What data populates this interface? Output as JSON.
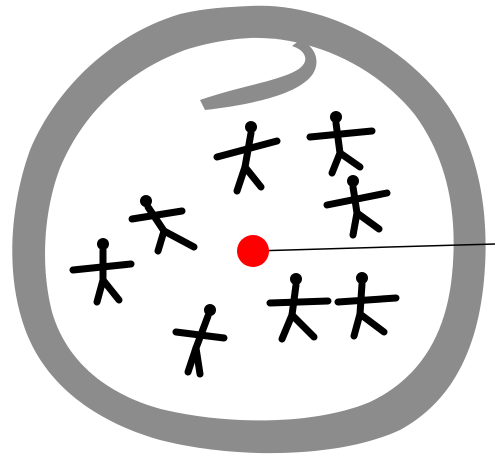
{
  "colors": {
    "background": "#ffffff",
    "ring": "#8c8c8c",
    "figure": "#000000",
    "center_point": "#ff0000",
    "radius_line": "#000000"
  },
  "figures": [
    {
      "id": "figure-1",
      "icon": "person-icon"
    },
    {
      "id": "figure-2",
      "icon": "person-icon"
    },
    {
      "id": "figure-3",
      "icon": "person-icon"
    },
    {
      "id": "figure-4",
      "icon": "person-icon"
    },
    {
      "id": "figure-5",
      "icon": "person-icon"
    },
    {
      "id": "figure-6",
      "icon": "person-icon"
    },
    {
      "id": "figure-7",
      "icon": "person-icon"
    },
    {
      "id": "figure-8",
      "icon": "person-icon"
    }
  ]
}
